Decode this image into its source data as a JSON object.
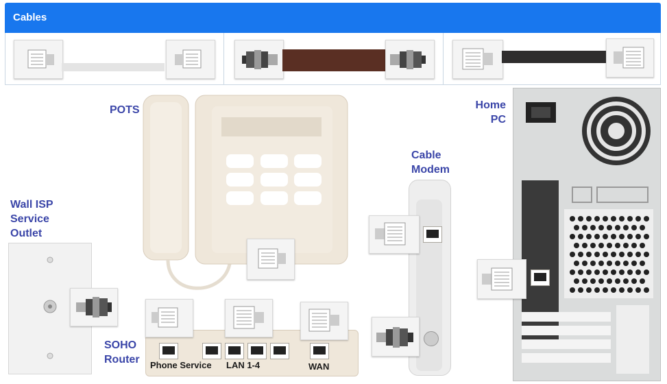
{
  "header": {
    "title": "Cables"
  },
  "cables": [
    {
      "name": "rj11-telephone-cable",
      "color": "#e4e4e4"
    },
    {
      "name": "coaxial-cable",
      "color": "#5a2f23"
    },
    {
      "name": "rj45-ethernet-cable",
      "color": "#2f2d2d"
    }
  ],
  "devices": {
    "pots": "POTS",
    "home_pc": [
      "Home",
      "PC"
    ],
    "cable_modem": [
      "Cable",
      "Modem"
    ],
    "wall_outlet": [
      "Wall ISP",
      "Service",
      "Outlet"
    ],
    "soho_router": [
      "SOHO",
      "Router"
    ]
  },
  "router_ports": {
    "phone_service": "Phone Service",
    "lan": "LAN 1-4",
    "wan": "WAN"
  },
  "colors": {
    "accent": "#1877ee",
    "label": "#3a45a8",
    "device_beige": "#efe7da",
    "pc_case": "#dadcdc"
  }
}
